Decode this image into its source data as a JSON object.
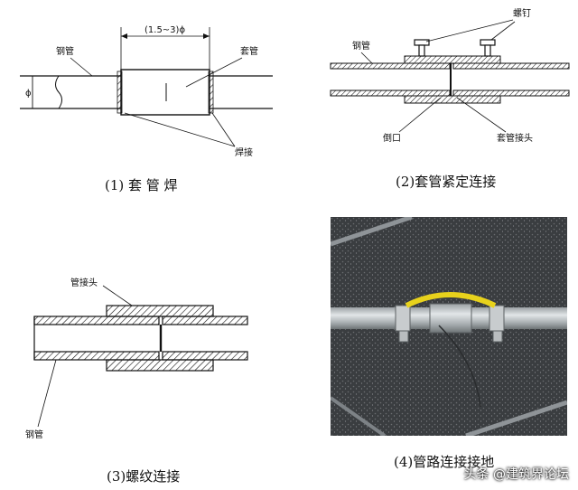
{
  "panel1": {
    "label_pipe": "钢管",
    "label_dim": "(1.5~3)ϕ",
    "label_phi": "ϕ",
    "label_sleeve": "套管",
    "label_weld": "焊接",
    "caption": "(1) 套 管 焊"
  },
  "panel2": {
    "label_screw": "螺钉",
    "label_pipe": "钢管",
    "label_chamfer": "倒口",
    "label_coupling": "套管接头",
    "caption": "(2)套管紧定连接"
  },
  "panel3": {
    "label_joint": "管接头",
    "label_pipe": "钢管",
    "caption": "(3)螺纹连接"
  },
  "panel4": {
    "caption": "(4)管路连接接地"
  },
  "watermark": "头条 @建筑界论坛",
  "colors": {
    "line": "#111111",
    "bg": "#ffffff",
    "ground_wire": "#e8d21c",
    "photo_bg": "#3a3d40"
  }
}
